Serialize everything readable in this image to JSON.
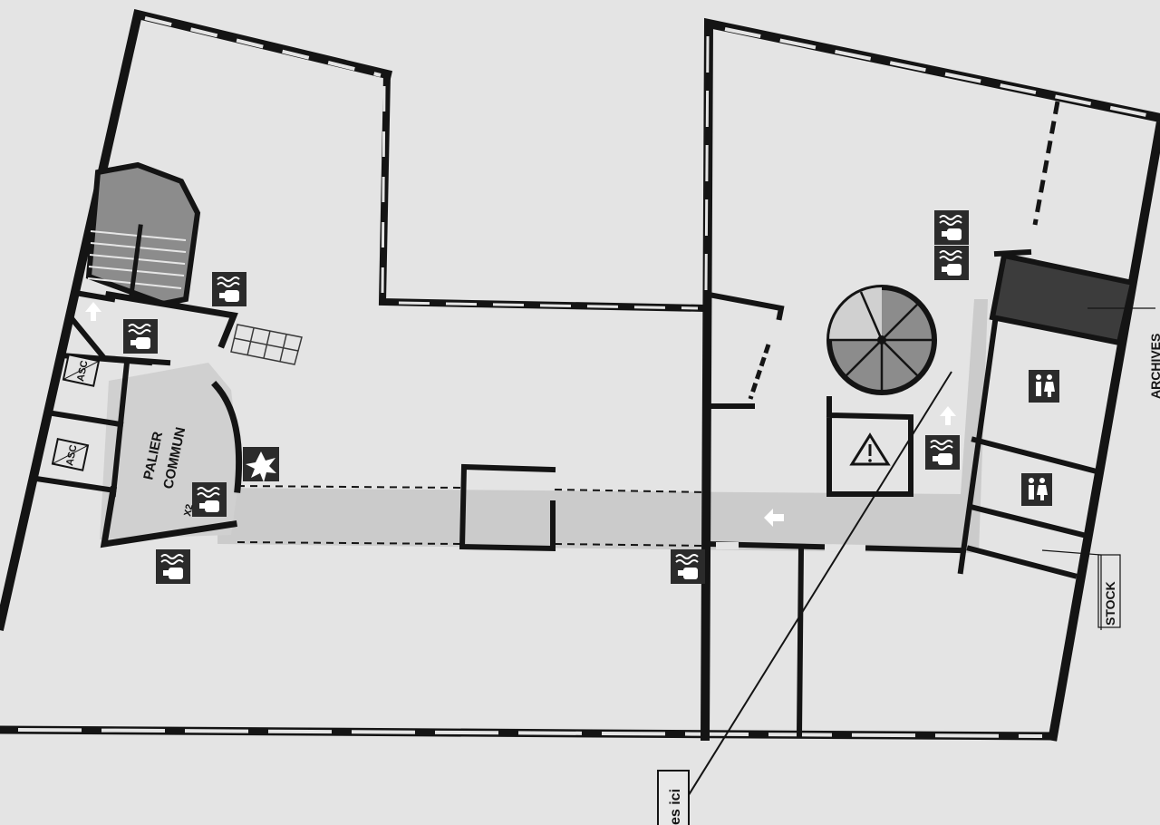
{
  "plan": {
    "rooms": {
      "palier_line1": "PALIER",
      "palier_line2": "COMMUN",
      "archives": "ARCHIVES",
      "stock": "STOCK"
    },
    "elevators": {
      "label": "ASC"
    },
    "extinguisher_count": "X2",
    "you_are_here": "es ici"
  },
  "colors": {
    "paper": "#e4e4e4",
    "wall": "#141414",
    "evacuation_route": "#cccccc",
    "stair_fill": "#8c8c8c",
    "archives_fill": "#3c3c3c"
  },
  "icons": {
    "extinguisher": "fire-extinguisher-icon",
    "evacuation_arrow": "arrow-icon",
    "elevator": "elevator-icon",
    "warning": "warning-triangle-icon",
    "toilets": "toilet-icon",
    "alarm": "fire-alarm-icon"
  }
}
